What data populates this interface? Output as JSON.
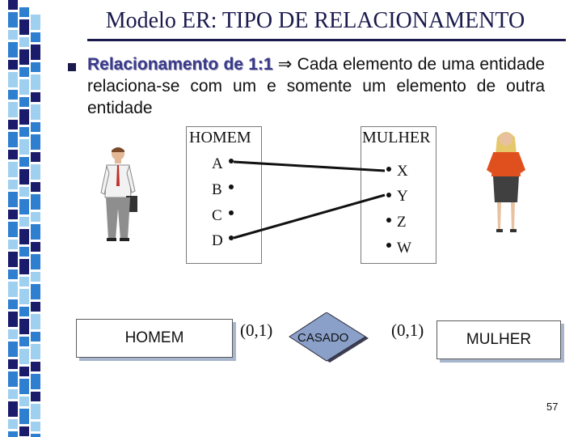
{
  "slide": {
    "title": "Modelo ER: TIPO DE RELACIONAMENTO",
    "bullet": {
      "emphasis": "Relacionamento de 1:1",
      "arrow": "⇒",
      "rest": " Cada elemento de uma entidade relaciona-se com um e somente um elemento de outra entidade"
    },
    "page_number": "57"
  },
  "diagram": {
    "left_set": {
      "label": "HOMEM",
      "elements": [
        "A",
        "B",
        "C",
        "D"
      ]
    },
    "right_set": {
      "label": "MULHER",
      "elements": [
        "X",
        "Y",
        "Z",
        "W"
      ]
    }
  },
  "er_model": {
    "entity_left": "HOMEM",
    "relationship": "CASADO",
    "cardinality_left": "(0,1)",
    "cardinality_right": "(0,1)",
    "entity_right": "MULHER"
  },
  "colors": {
    "title": "#1a1a4d",
    "emphasis": "#3a3a8a",
    "diamond_fill": "#8aa0c8",
    "stripe_blue": "#2f7fd0",
    "stripe_navy": "#1b1b6b",
    "stripe_light": "#9fd0f0"
  },
  "icons": [
    "man-figure-icon",
    "woman-figure-icon"
  ]
}
